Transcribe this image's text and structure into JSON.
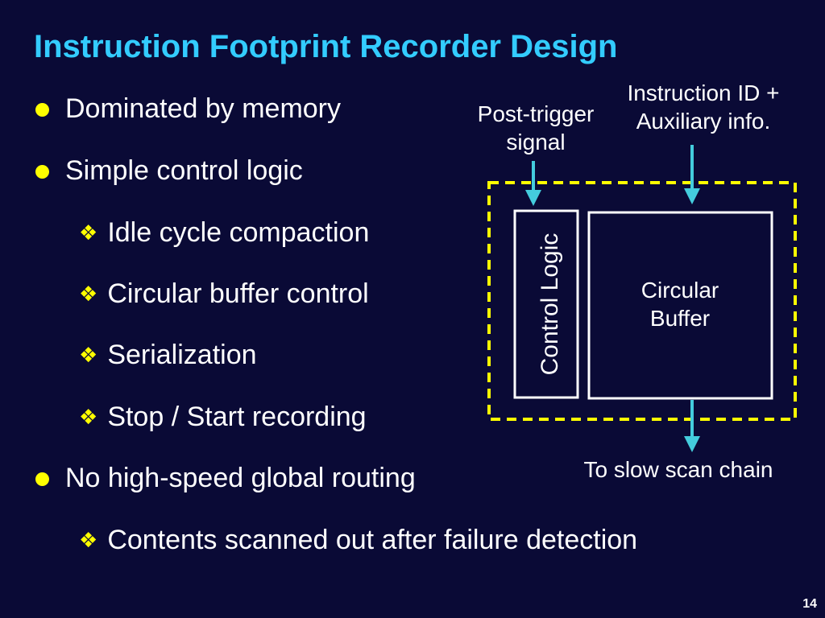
{
  "title": "Instruction Footprint Recorder Design",
  "bullets": [
    {
      "text": "Dominated by memory",
      "level": 1
    },
    {
      "text": "Simple control logic",
      "level": 1
    },
    {
      "text": "Idle cycle compaction",
      "level": 2
    },
    {
      "text": "Circular buffer control",
      "level": 2
    },
    {
      "text": "Serialization",
      "level": 2
    },
    {
      "text": "Stop / Start recording",
      "level": 2
    },
    {
      "text": "No high-speed global routing",
      "level": 1
    },
    {
      "text": "Contents scanned out after failure detection",
      "level": 2
    }
  ],
  "diagram": {
    "post_trigger_label_1": "Post-trigger",
    "post_trigger_label_2": "signal",
    "instruction_label_1": "Instruction ID +",
    "instruction_label_2": "Auxiliary info.",
    "control_logic_label": "Control Logic",
    "buffer_label_1": "Circular",
    "buffer_label_2": "Buffer",
    "output_label": "To slow scan chain",
    "colors": {
      "arrow": "#44ccdd",
      "dashed_border": "#ffff00",
      "box_border": "#ffffff"
    }
  },
  "page_number": "14",
  "colors": {
    "background": "#0a0a36",
    "title": "#33ccff",
    "bullet": "#ffff00",
    "text": "#ffffff"
  }
}
